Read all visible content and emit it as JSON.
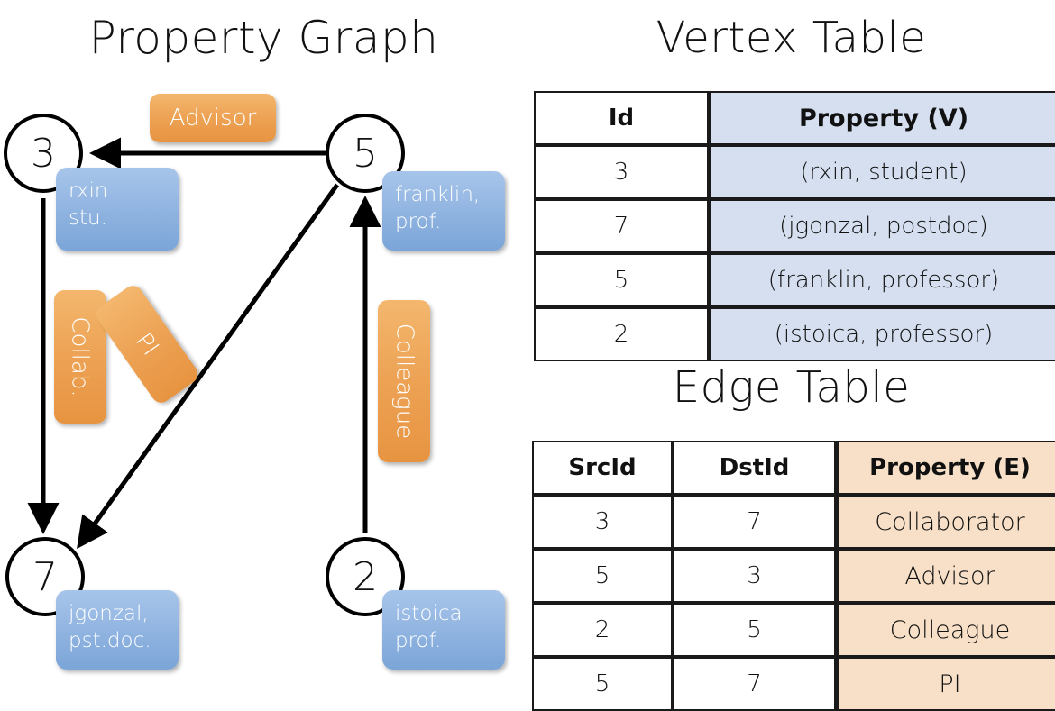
{
  "titles": {
    "property_graph": "Property Graph",
    "vertex_table": "Vertex Table",
    "edge_table": "Edge Table"
  },
  "colors": {
    "vertex_property_fill": "#d5dff0",
    "edge_property_fill": "#f7e0c7",
    "node_property_box": "#8fb3e0",
    "edge_badge": "#eda254",
    "stroke": "#000000"
  },
  "graph": {
    "nodes": [
      {
        "id": "3",
        "property": "rxin\nstu.",
        "prop_line1": "rxin",
        "prop_line2": "stu."
      },
      {
        "id": "5",
        "property": "franklin, prof.",
        "prop_line1": "franklin,",
        "prop_line2": "prof."
      },
      {
        "id": "7",
        "property": "jgonzal, pst.doc.",
        "prop_line1": "jgonzal,",
        "prop_line2": "pst.doc."
      },
      {
        "id": "2",
        "property": "istoica prof.",
        "prop_line1": "istoica",
        "prop_line2": "prof."
      }
    ],
    "edge_labels": [
      {
        "name": "advisor-badge",
        "text": "Advisor"
      },
      {
        "name": "collab-badge",
        "text": "Collab."
      },
      {
        "name": "pi-badge",
        "text": "PI"
      },
      {
        "name": "colleague-badge",
        "text": "Colleague"
      }
    ],
    "edges": [
      {
        "from": "5",
        "to": "3",
        "label": "Advisor"
      },
      {
        "from": "3",
        "to": "7",
        "label": "Collab."
      },
      {
        "from": "5",
        "to": "7",
        "label": "PI"
      },
      {
        "from": "2",
        "to": "5",
        "label": "Colleague"
      }
    ]
  },
  "vertex_table": {
    "headers": [
      "Id",
      "Property (V)"
    ],
    "rows": [
      {
        "id": "3",
        "property": "(rxin, student)"
      },
      {
        "id": "7",
        "property": "(jgonzal, postdoc)"
      },
      {
        "id": "5",
        "property": "(franklin, professor)"
      },
      {
        "id": "2",
        "property": "(istoica, professor)"
      }
    ]
  },
  "edge_table": {
    "headers": [
      "SrcId",
      "DstId",
      "Property (E)"
    ],
    "rows": [
      {
        "src": "3",
        "dst": "7",
        "property": "Collaborator"
      },
      {
        "src": "5",
        "dst": "3",
        "property": "Advisor"
      },
      {
        "src": "2",
        "dst": "5",
        "property": "Colleague"
      },
      {
        "src": "5",
        "dst": "7",
        "property": "PI"
      }
    ]
  }
}
